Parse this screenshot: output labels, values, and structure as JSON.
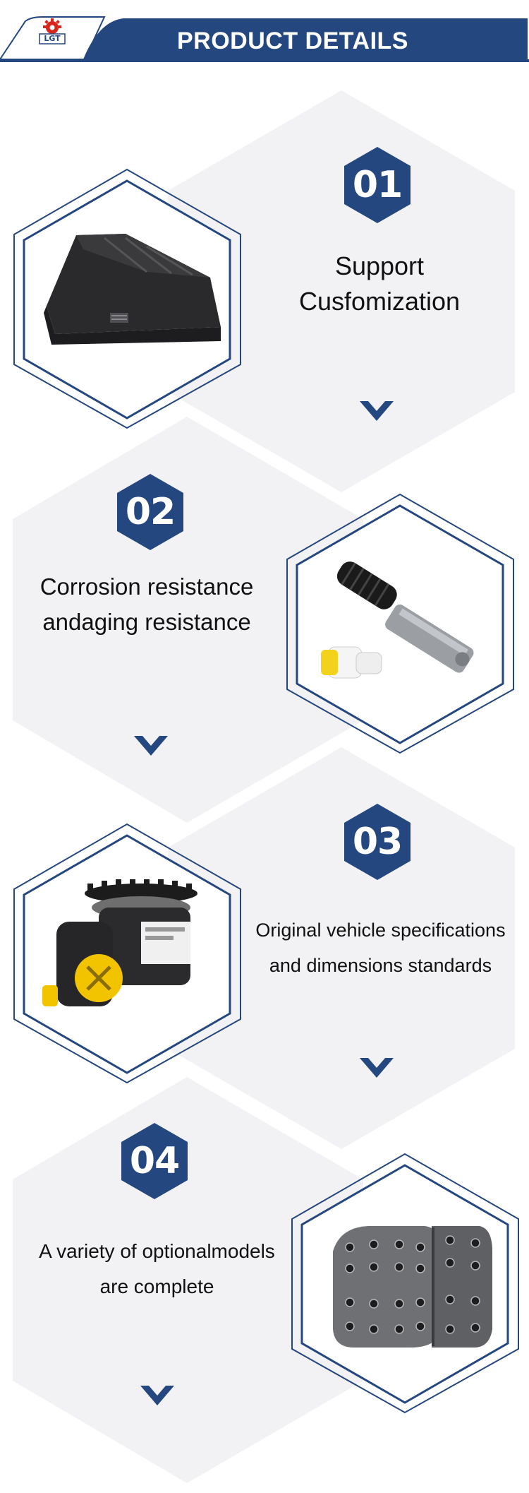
{
  "header": {
    "title": "PRODUCT DETAILS",
    "logo_text": "LGT"
  },
  "colors": {
    "navy": "#24477f",
    "panel": "#f2f2f4",
    "logo_red": "#d9261c"
  },
  "features": [
    {
      "number": "01",
      "line1": "Support",
      "line2": "Cusfomization",
      "product_icon": "battery-cover-icon"
    },
    {
      "number": "02",
      "line1": "Corrosion resistance",
      "line2": "andaging resistance",
      "product_icon": "clutch-booster-icon"
    },
    {
      "number": "03",
      "line1": "Original vehicle specifications",
      "line2": "and dimensions standards",
      "product_icon": "steering-pump-icon"
    },
    {
      "number": "04",
      "line1": "A variety of optionalmodels",
      "line2": "are complete",
      "product_icon": "brake-lining-icon"
    }
  ]
}
